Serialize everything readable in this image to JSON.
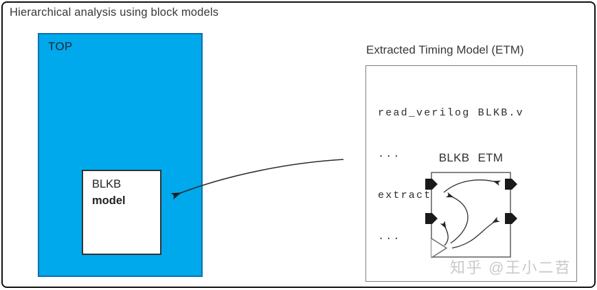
{
  "title": "Hierarchical analysis using block models",
  "top_block": {
    "label": "TOP",
    "fill_color": "#00a8ec",
    "border_color": "#1470ab",
    "blkb_model": {
      "line1": "BLKB",
      "line2": "model"
    }
  },
  "etm_panel": {
    "heading": "Extracted Timing Model (ETM)",
    "code_lines": [
      "read_verilog BLKB.v",
      "...",
      "extract_model ...",
      "..."
    ],
    "diagram_label": "BLKB ETM"
  },
  "icons": {
    "etm_pins": "black right-pointing port pins",
    "clock_pin": "clock input triangle",
    "timing_arcs": "curved timing-arc arrows",
    "reference_arrow": "arrow from ETM panel to BLKB model"
  },
  "watermark": "知乎 @王小二苕",
  "colors": {
    "line": "#2b2b2b",
    "panel_border": "#7c7c7c",
    "watermark": "#c9c9c9"
  }
}
